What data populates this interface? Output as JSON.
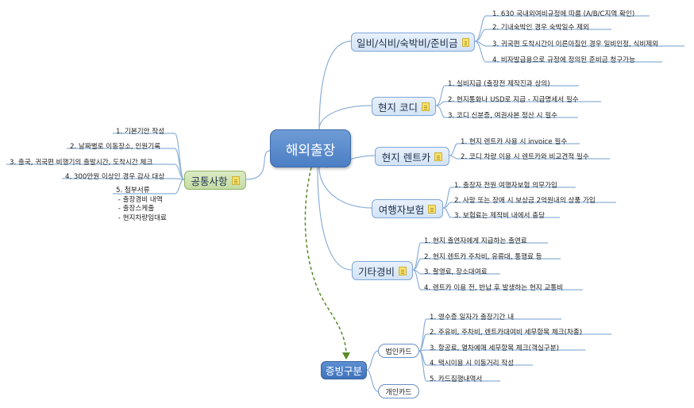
{
  "central": {
    "label": "해외출장"
  },
  "branches": [
    {
      "label": "일비/식비/숙박비/준비금",
      "items": [
        "1. 630 국내외여비규정에 따름 (A/B/C지역 확인)",
        "2. 기내숙박인 경우 숙박일수 제외",
        "3. 귀국편 도착시간이 이른아침인 경우 일비인정, 식비제외",
        "4. 비자발급용으로 규정에 정의된 준비금 청구가능"
      ]
    },
    {
      "label": "현지 코디",
      "items": [
        "1. 실비지급 (출장전 제작진과 상의)",
        "2. 현지통화나 USD로 지급 - 지급명세서 필수",
        "3. 코디 신분증, 여권사본 정산 시 필수"
      ]
    },
    {
      "label": "현지 렌트카",
      "items": [
        "1. 현지 렌트카 사용 시 invoice 필수",
        "2. 코디 차량 이용 시 렌트카와 비교견적 필수"
      ]
    },
    {
      "label": "여행자보험",
      "items": [
        "1. 출장자 전원 여행자보험 의무가입",
        "2. 사망 또는 장애 시 보상금 2억원내의 상품 가입",
        "3. 보험료는 제작비 내에서 충당"
      ]
    },
    {
      "label": "기타경비",
      "items": [
        "1. 현지 출연자에게 지급하는 출연료",
        "2. 현지 렌트카 주차비, 유류대, 통행료 등",
        "3. 촬영료, 장소대여료",
        "4. 렌트카 이용 전, 반납 후 발생하는 현지 교통비"
      ]
    }
  ],
  "common": {
    "label": "공통사항",
    "items": [
      "1. 기본기안 작성",
      "2. 날짜별로 이동장소, 인원기록",
      "3. 출국, 귀국편 비행기의 출발시간, 도착시간 체크",
      "4. 300만원 이상인 경우 감사 대상",
      "5. 첨부서류\n - 출장경비 내역\n - 출장스케줄\n - 현지차량임대료"
    ]
  },
  "evidence": {
    "label": "증빙구분",
    "corp_card": "법인카드",
    "personal_card": "개인카드",
    "items": [
      "1. 영수증 일자가 출장기간 내",
      "2. 주유비, 주차비, 렌트카대여비 세무항목 체크(차종)",
      "3. 항공료, 열차예매 세무항목 체크(객실구분)",
      "4. 택시이용 시 이동거리 작성",
      "5. 카드집행내역서"
    ]
  },
  "colors": {
    "central": "#4b7ec4",
    "main_fill": "#d3e3f5",
    "common_fill": "#c4dca3",
    "link": "#8db0d8",
    "dashed_arrow": "#5a8a2a"
  }
}
